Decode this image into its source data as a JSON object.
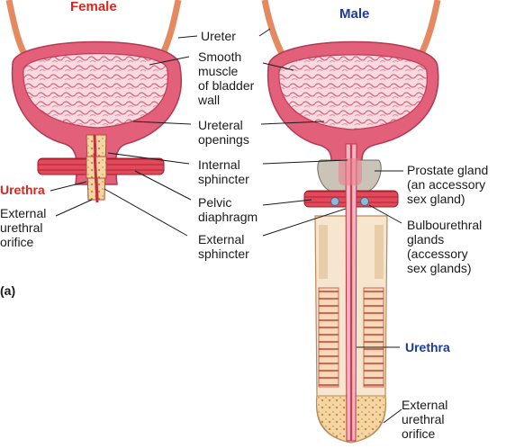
{
  "titles": {
    "female": "Female",
    "male": "Male"
  },
  "labels": {
    "ureter": "Ureter",
    "smooth_muscle": [
      "Smooth",
      "muscle",
      "of bladder",
      "wall"
    ],
    "ureteral_openings": [
      "Ureteral",
      "openings"
    ],
    "internal_sphincter": [
      "Internal",
      "sphincter"
    ],
    "pelvic_diaphragm": [
      "Pelvic",
      "diaphragm"
    ],
    "external_sphincter": [
      "External",
      "sphincter"
    ],
    "prostate_gland": [
      "Prostate gland",
      "(an accessory",
      "sex gland)"
    ],
    "bulbourethral_glands": [
      "Bulbourethral",
      "glands",
      "(accessory",
      "sex glands)"
    ],
    "urethra_female": "Urethra",
    "urethra_male": "Urethra",
    "external_urethral_orifice_female": [
      "External",
      "urethral",
      "orifice"
    ],
    "external_urethral_orifice_male": [
      "External",
      "urethral",
      "orifice"
    ],
    "panel_letter": "(a)"
  },
  "colors": {
    "female_title": "#e2231a",
    "male_title": "#1b3a9c",
    "bladder_wall": "#e2607a",
    "bladder_lining": "#f4c6cf",
    "muscle": "#d93a4a",
    "fat": "#f2c88a",
    "bone": "#d89a3e"
  }
}
